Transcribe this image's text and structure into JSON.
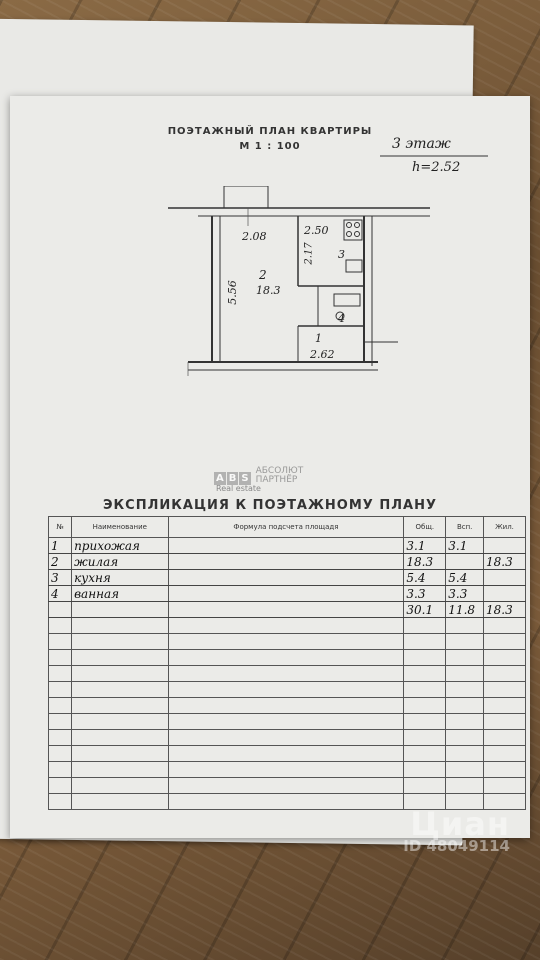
{
  "plan": {
    "title": "ПОЭТАЖНЫЙ ПЛАН КВАРТИРЫ",
    "scale": "М 1 : 100",
    "floor_note": "3 этаж",
    "height_note": "h=2.52",
    "dims": {
      "top_left": "2.08",
      "top_right": "2.50",
      "room3": "3",
      "side_r3": "2.17",
      "room2": "2",
      "area2": "18.3",
      "side_left": "5.56",
      "room4": "4",
      "room1": "1",
      "bottom": "2.62"
    }
  },
  "logo": {
    "box1": "A",
    "box2": "B",
    "box3": "S",
    "line1": "АБСОЛЮТ",
    "line2": "ПАРТНЁР",
    "line3": "Real estate"
  },
  "explication": {
    "title": "ЭКСПЛИКАЦИЯ К ПОЭТАЖНОМУ ПЛАНУ",
    "headers": [
      "№",
      "Наименование",
      "Формула подсчета площадя",
      "Общ.",
      "Всп.",
      "Жил."
    ],
    "rows": [
      {
        "num": "1",
        "name": "прихожая",
        "total": "3.1",
        "aux": "3.1",
        "living": ""
      },
      {
        "num": "2",
        "name": "жилая",
        "total": "18.3",
        "aux": "",
        "living": "18.3"
      },
      {
        "num": "3",
        "name": "кухня",
        "total": "5.4",
        "aux": "5.4",
        "living": ""
      },
      {
        "num": "4",
        "name": "ванная",
        "total": "3.3",
        "aux": "3.3",
        "living": ""
      }
    ],
    "totals": {
      "total": "30.1",
      "aux": "11.8",
      "living": "18.3"
    }
  },
  "watermark": {
    "brand": "Циан",
    "id": "ID 48049114"
  }
}
